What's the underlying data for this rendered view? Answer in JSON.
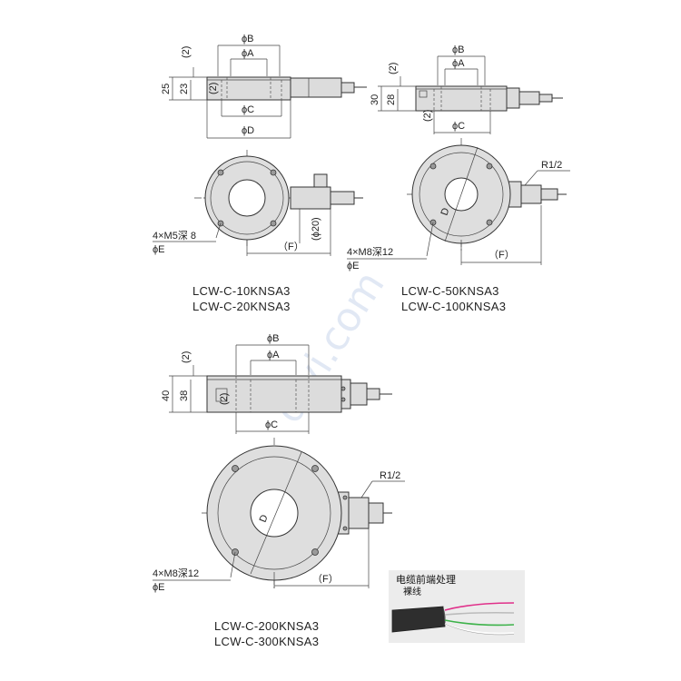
{
  "dims": {
    "phiB": "ϕB",
    "phiA": "ϕA",
    "phiC": "ϕC",
    "phiD": "ϕD",
    "phiE": "ϕE",
    "d": "D",
    "two": "(2)",
    "F": "（F）",
    "r12": "R1/2",
    "phi20": "(ϕ20)",
    "small_h_total": "25",
    "small_h_body": "23",
    "mid_h_total": "30",
    "mid_h_body": "28",
    "big_h_total": "40",
    "big_h_body": "38",
    "bolt_m5": "4×M5深 8",
    "bolt_m8": "4×M8深12"
  },
  "models": {
    "small_1": "LCW-C-10KNSA3",
    "small_2": "LCW-C-20KNSA3",
    "mid_1": "LCW-C-50KNSA3",
    "mid_2": "LCW-C-100KNSA3",
    "big_1": "LCW-C-200KNSA3",
    "big_2": "LCW-C-300KNSA3"
  },
  "legend": {
    "title": "电缆前端处理",
    "subtitle": "裸线",
    "wire_colors": [
      "#e0308a",
      "#bbbbbb",
      "#3db24a",
      "#ffffff"
    ]
  },
  "watermark": "diyi.com"
}
